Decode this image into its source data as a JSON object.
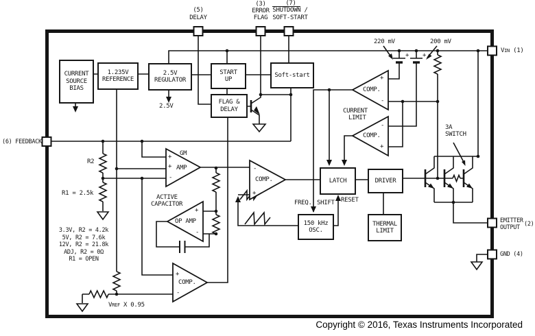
{
  "pins": {
    "delay_num": "(5)",
    "delay": "DELAY",
    "error_num": "(3)",
    "error1": "ERROR",
    "error2": "FLAG",
    "shutdown_num": "(7)",
    "shutdown": "SHUTDOWN",
    "shutdown_slash": " /",
    "softstart": "SOFT-START",
    "vin_v": "V",
    "vin_sub": "IN",
    "vin_num": " (1)",
    "feedback": "(6) FEEDBACK",
    "emitter1": "EMITTER",
    "emitter2": "OUTPUT",
    "emitter_num": "(2)",
    "gnd": "GND (4)"
  },
  "blocks": {
    "csb": [
      "CURRENT",
      "SOURCE",
      "BIAS"
    ],
    "reference": [
      "1.235V",
      "REFERENCE"
    ],
    "regulator": [
      "2.5V",
      "REGULATOR"
    ],
    "startup": [
      "START",
      "UP"
    ],
    "softstart": [
      "Soft-start"
    ],
    "flagdelay": [
      "FLAG &",
      "DELAY"
    ],
    "latch": [
      "LATCH"
    ],
    "driver": [
      "DRIVER"
    ],
    "osc": [
      "150 kHz",
      "OSC."
    ],
    "thermal": [
      "THERMAL",
      "LIMIT"
    ]
  },
  "labels": {
    "v220": "220 mV",
    "v200": "200 mV",
    "comp": "COMP.",
    "current": "CURRENT",
    "limit": "LIMIT",
    "switch1": "3A",
    "switch2": "SWITCH",
    "gm": "GM",
    "amp": "AMP",
    "active": "ACTIVE",
    "capacitor": "CAPACITOR",
    "opamp": "OP AMP",
    "freq": "FREQ.",
    "shift": "SHIFT",
    "reset": "RESET",
    "r2": "R2",
    "r1": "R1 = 2.5k",
    "reg_out": "2.5V",
    "vref_v": "V",
    "vref_sub": "REF",
    "vref_rest": " X 0.95",
    "plus": "+",
    "minus": "-"
  },
  "table": [
    "3.3V, R2 = 4.2k",
    "5V, R2 = 7.6k",
    "12V, R2 = 21.8k",
    "ADJ, R2 = 0Ω",
    "R1 = OPEN"
  ],
  "footer": {
    "copyright": "Copyright © 2016, Texas Instruments Incorporated"
  }
}
